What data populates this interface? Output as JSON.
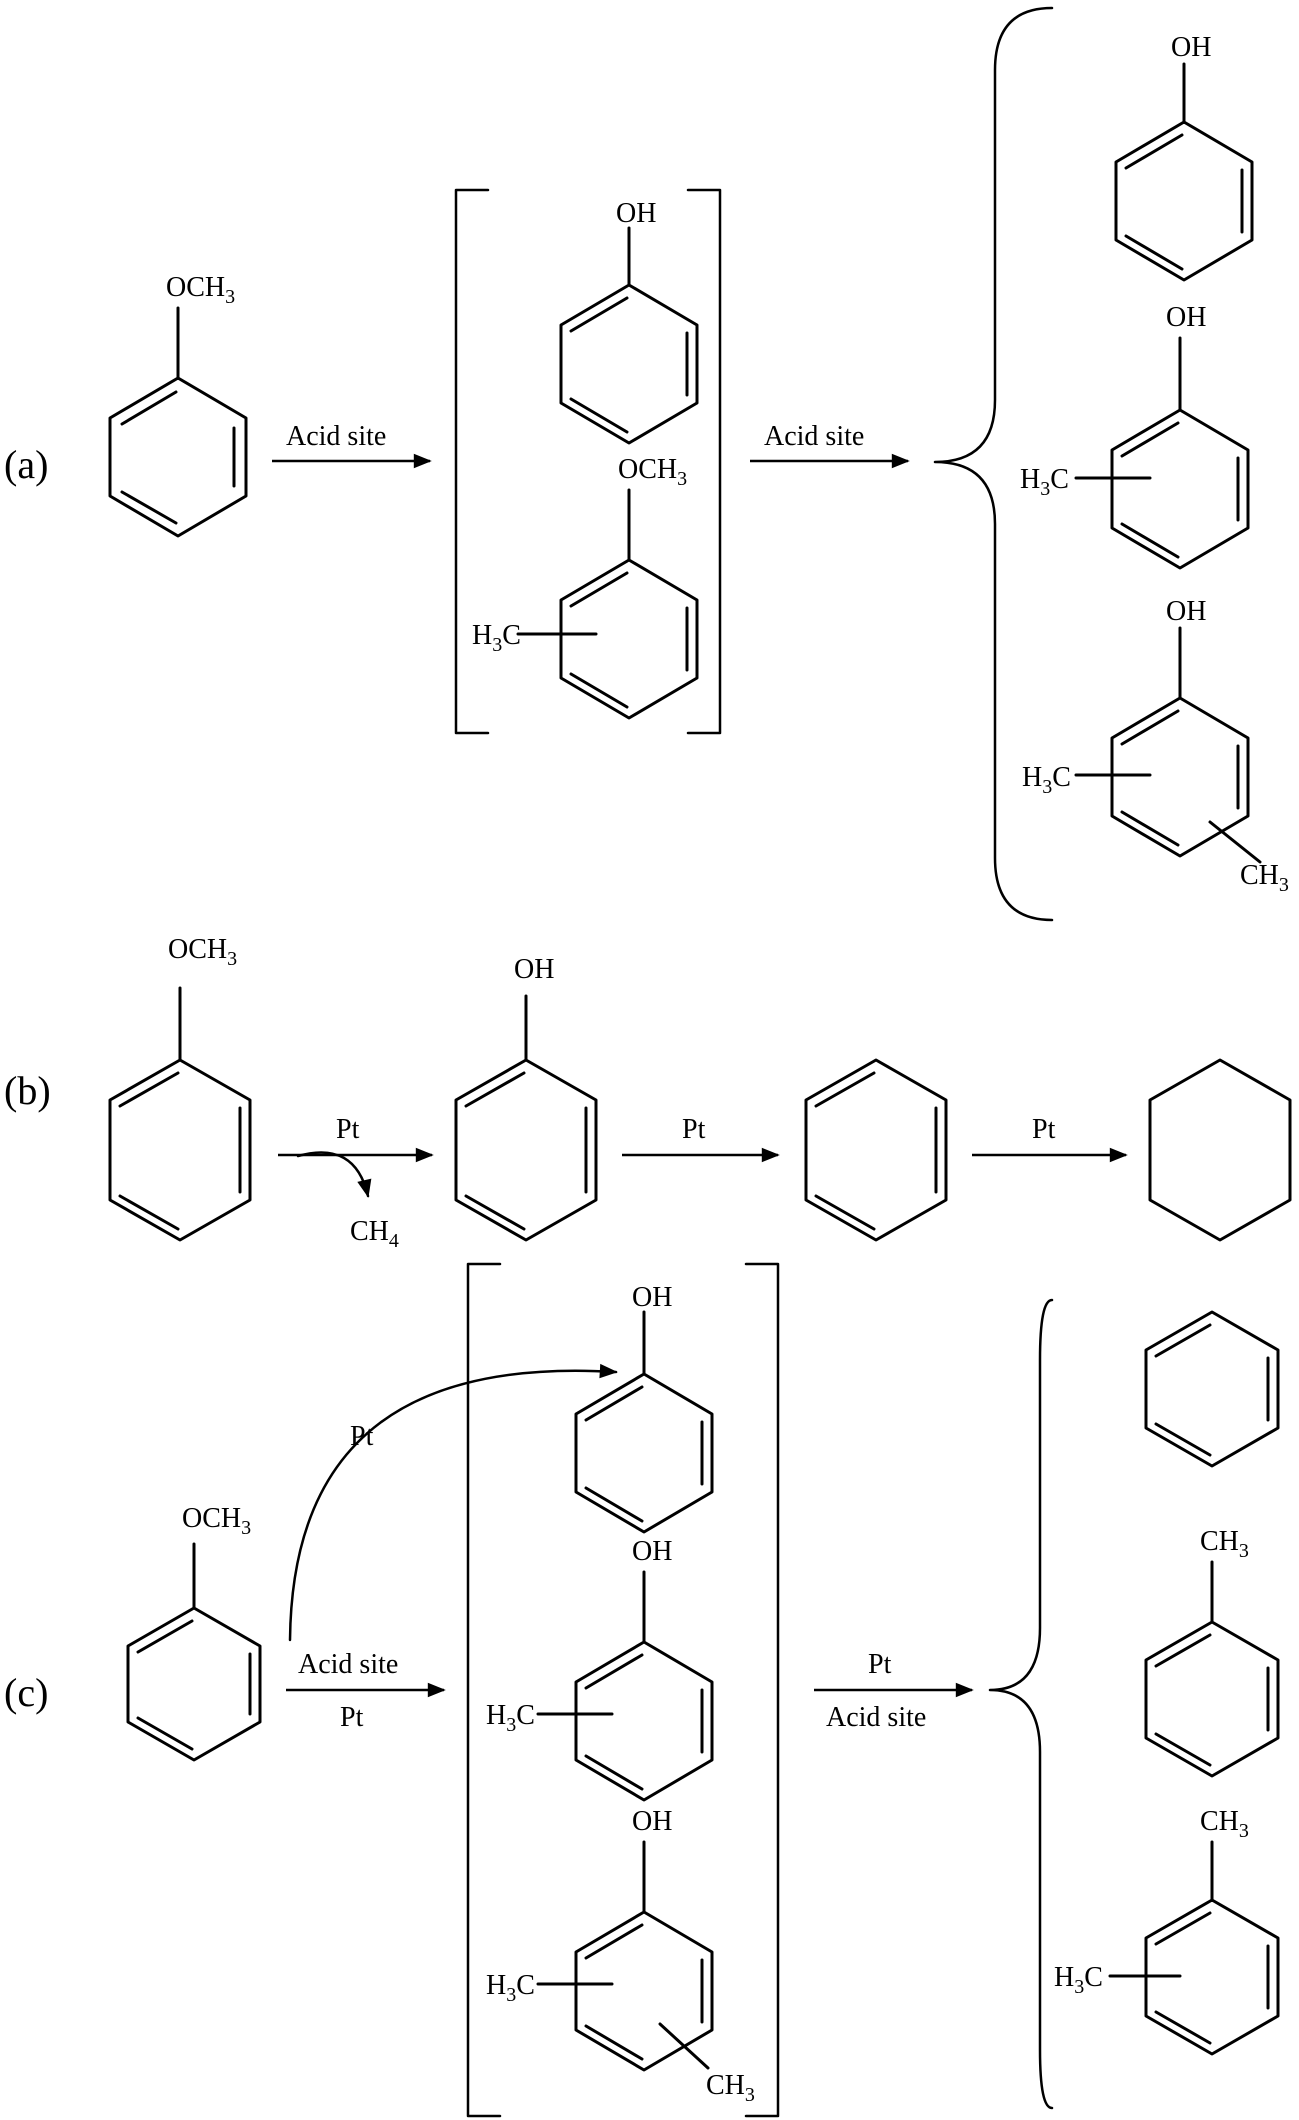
{
  "panels": {
    "a": {
      "label": "(a)",
      "arrow1": "Acid site",
      "arrow2": "Acid site"
    },
    "b": {
      "label": "(b)",
      "arrow1": "Pt",
      "byproduct": "CH4",
      "arrow2": "Pt",
      "arrow3": "Pt"
    },
    "c": {
      "label": "(c)",
      "curved_arrow": "Pt",
      "arrow1_top": "Acid site",
      "arrow1_bottom": "Pt",
      "arrow2_top": "Pt",
      "arrow2_bottom": "Acid site"
    }
  },
  "groups": {
    "och3": "OCH3",
    "oh": "OH",
    "h3c": "H3C",
    "ch3": "CH3",
    "ch4": "CH4"
  }
}
